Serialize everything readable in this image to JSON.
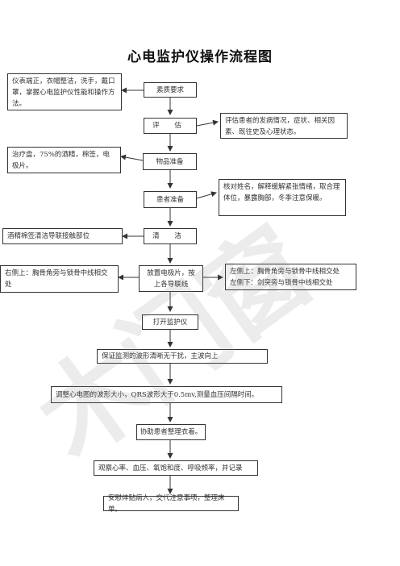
{
  "title": "心电监护仪操作流程图",
  "watermark": "木门窗",
  "steps": {
    "s1": "素质要求",
    "s2": "评 估",
    "s3": "物品准备",
    "s4": "患者准备",
    "s5": "清 洁",
    "s6": "放置电极片，按上各导联线",
    "s7": "打开监护仪",
    "s8": "保证监测的波形清晰无干扰，主波向上",
    "s9": "调整心电图的波形大小，QRS波形大于0.5mv,测量血压间隔时间。",
    "s10": "协助患者整理衣着。",
    "s11": "观察心率、血压、氧饱和度、呼吸频率，并记录",
    "s12": "安慰体贴病人，交代注意事项，整理床单。"
  },
  "notes": {
    "n1": "仪表端正，衣帽整洁，洗手，戴口罩，掌握心电监护仪性能和操作方法。",
    "n2": "评估患者的发病情况，症状、相关因素、既往史及心理状态。",
    "n3": "治疗盘，75%的酒精，棉签，电极片。",
    "n4": "核对姓名，解释缓解紧张情绪，取合理体位，暴露胸部，冬季注意保暖。",
    "n5": "酒精棉签清洁导联接触部位",
    "n6": "右侧上：胸骨角旁与锁骨中线相交处",
    "n7a": "左侧上：胸骨角旁与锁骨中线相交处",
    "n7b": "左侧下：剑突旁与锁骨中线相交处"
  }
}
